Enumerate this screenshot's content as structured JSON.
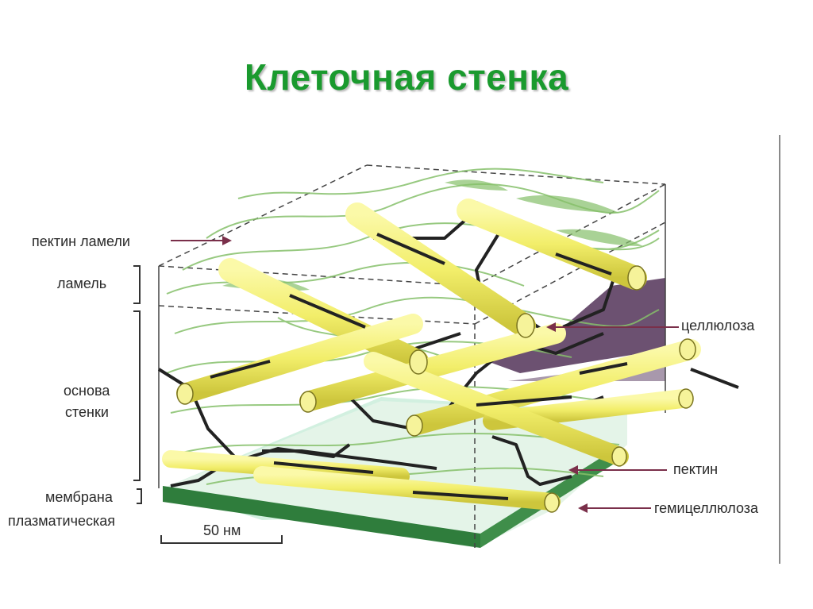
{
  "title": "Клеточная стенка",
  "labels": {
    "pectin_lamella": "пектин ламели",
    "lamella": "ламель",
    "wall_base_line1": "основа",
    "wall_base_line2": "стенки",
    "membrane_line1": "мембрана",
    "membrane_line2": "плазматическая",
    "scale": "50 нм",
    "cellulose": "целлюлоза",
    "pectin": "пектин",
    "hemicellulose": "гемицеллюлоза"
  },
  "colors": {
    "title": "#1a9a2e",
    "cellulose_rod": "#f2ee6a",
    "pectin_fiber": "#86c06a",
    "hemicellulose_strand": "#222222",
    "membrane": "#2f7d3c",
    "back_wall": "#5c3e62",
    "base_layer": "#cdeedd"
  }
}
